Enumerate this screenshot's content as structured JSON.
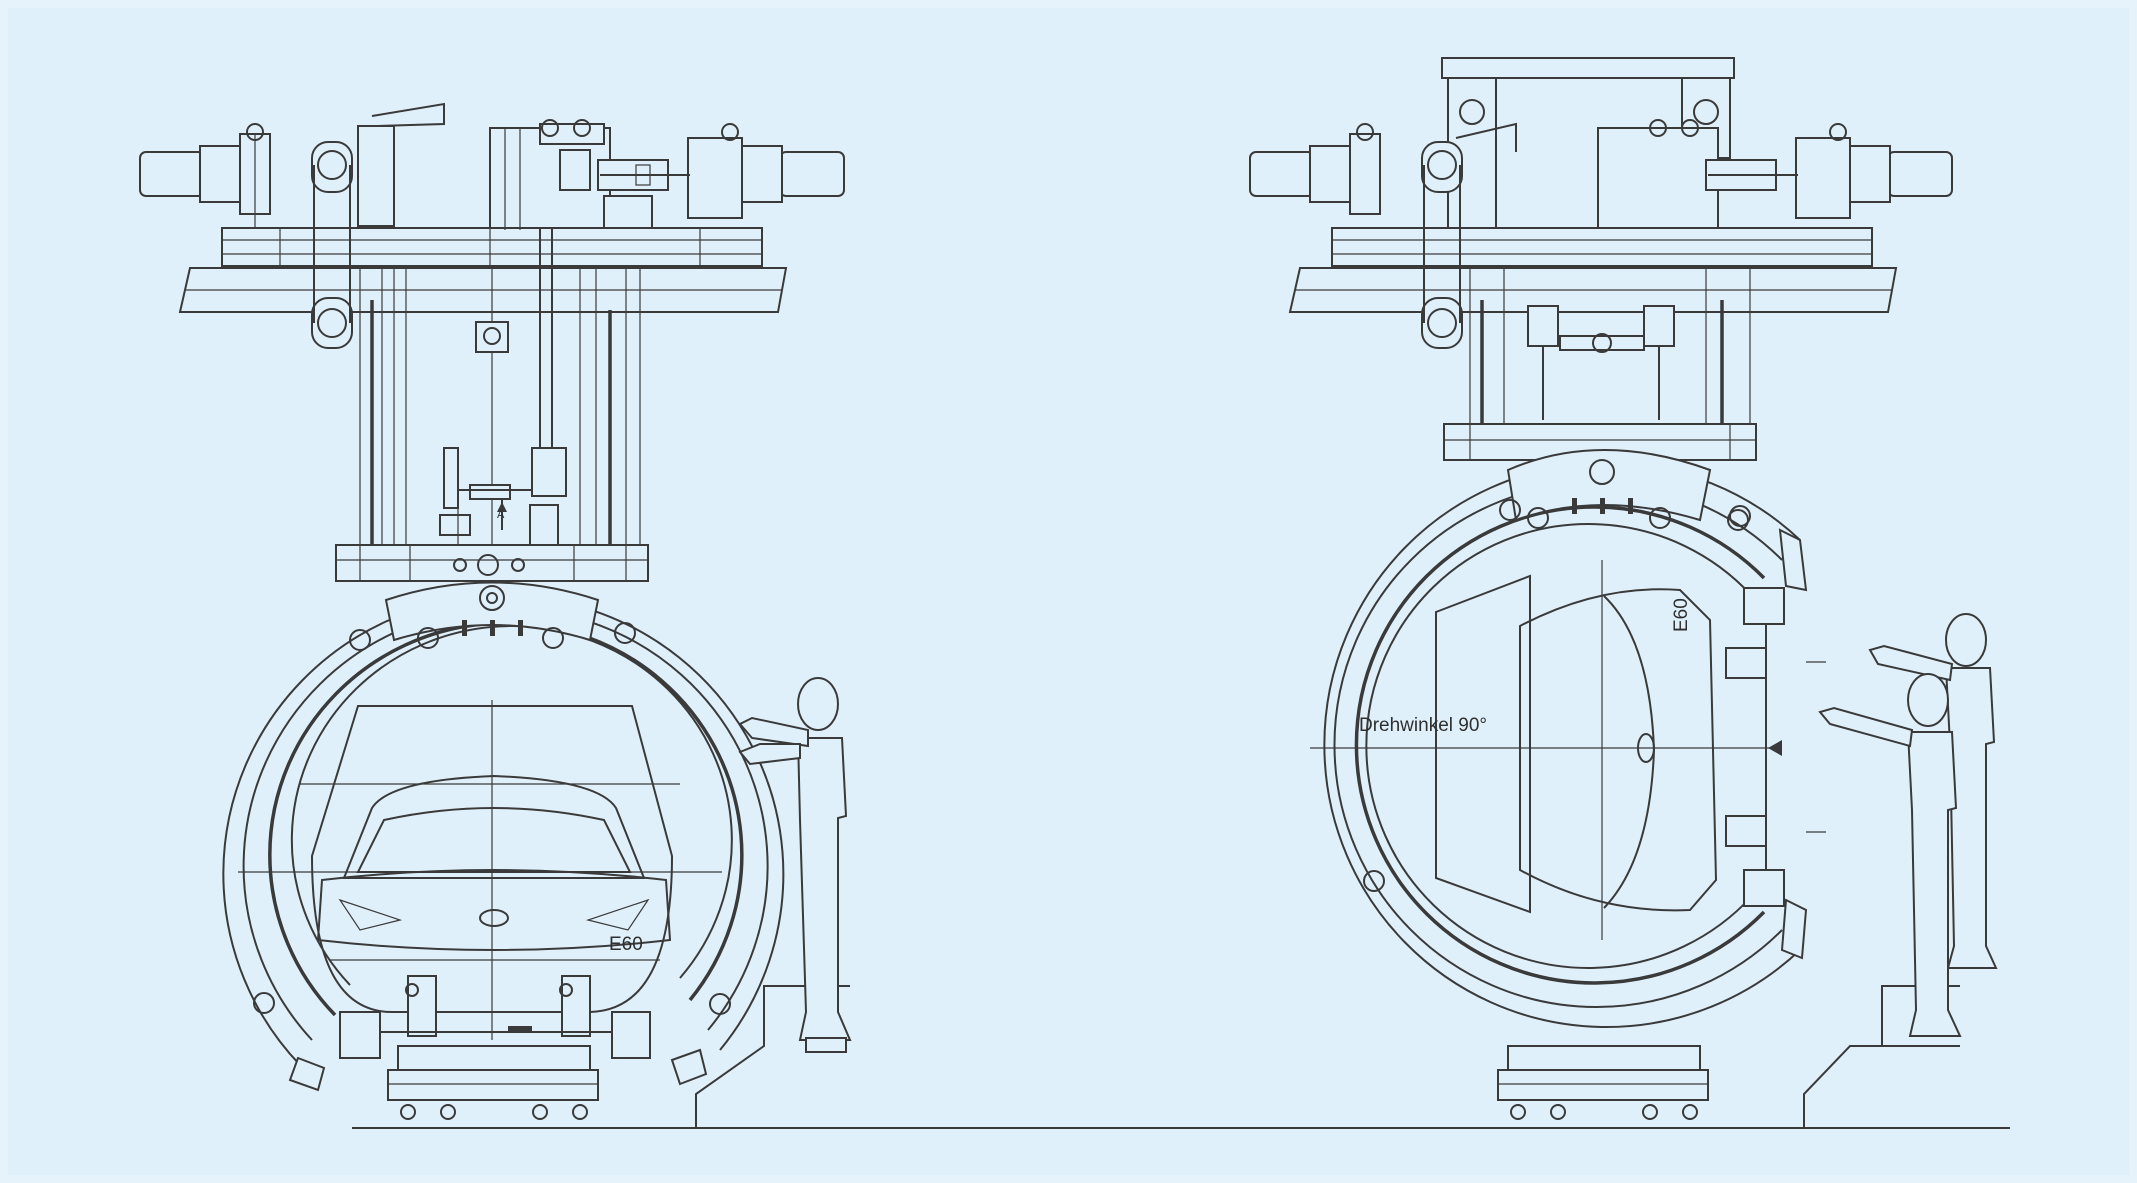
{
  "colors": {
    "background": "#dff0fb",
    "outer_background": "#e6f3fb",
    "line": "#3a3a3a"
  },
  "labels": {
    "left_model": "E60",
    "right_model": "E60",
    "rotation_angle": "Drehwinkel 90°",
    "section_marker": "A"
  },
  "icons": {
    "left_assembly": "rotating-fixture-0deg",
    "right_assembly": "rotating-fixture-90deg",
    "operator": "worker-figure"
  }
}
